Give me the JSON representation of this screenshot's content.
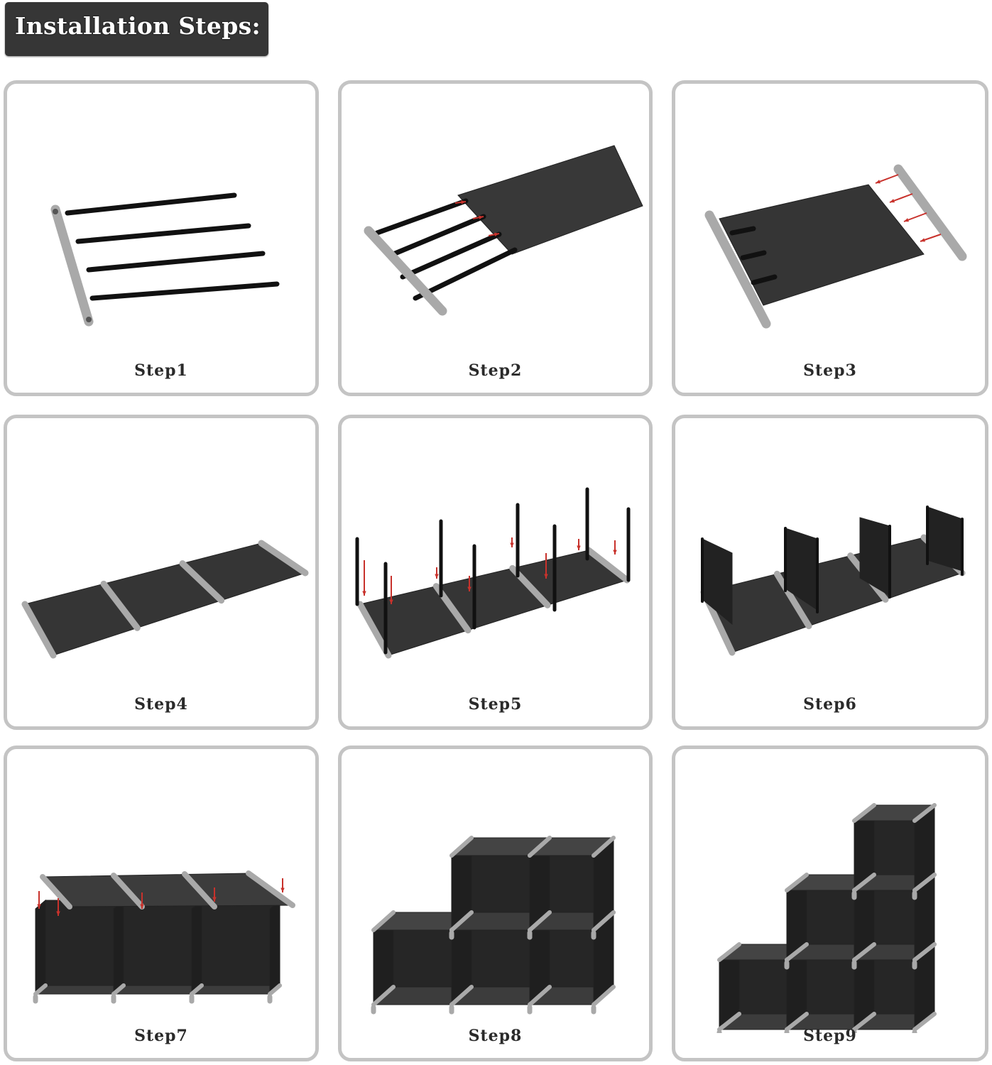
{
  "title": "Installation Steps:",
  "steps": [
    {
      "label": "Step1"
    },
    {
      "label": "Step2"
    },
    {
      "label": "Step3"
    },
    {
      "label": "Step4"
    },
    {
      "label": "Step5"
    },
    {
      "label": "Step6"
    },
    {
      "label": "Step7"
    },
    {
      "label": "Step8"
    },
    {
      "label": "Step9"
    }
  ],
  "colors": {
    "frame": "#a9a9a9",
    "fabric": "#353535",
    "rod": "#111111",
    "arrow": "#c8322c",
    "border": "#c4c4c4"
  }
}
